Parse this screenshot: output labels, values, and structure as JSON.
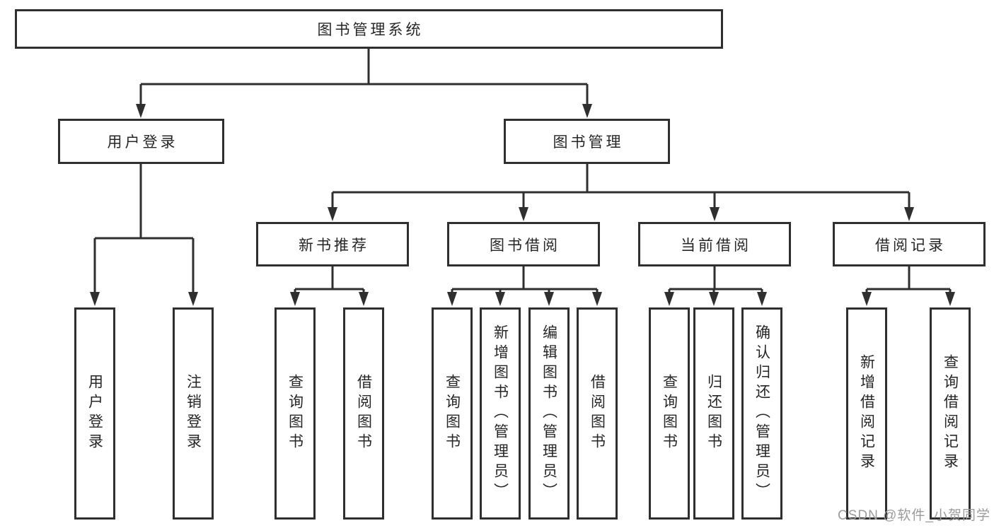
{
  "tree": {
    "root": "图书管理系统",
    "user_login": "用户登录",
    "book_management": "图书管理",
    "user_login_children": [
      "用户登录",
      "注销登录"
    ],
    "book_management_children": [
      "新书推荐",
      "图书借阅",
      "当前借阅",
      "借阅记录"
    ],
    "new_book_children": [
      "查询图书",
      "借阅图书"
    ],
    "book_borrow_children": [
      "查询图书",
      "新增图书（管理员）",
      "编辑图书（管理员）",
      "借阅图书"
    ],
    "current_borrow_children": [
      "查询图书",
      "归还图书",
      "确认归还（管理员）"
    ],
    "borrow_record_children": [
      "新增借阅记录",
      "查询借阅记录"
    ]
  },
  "watermark": {
    "text": "CSDN @软件_小贺同学"
  },
  "colors": {
    "line": "#2f2f2f",
    "text": "#262626",
    "background": "#ffffff",
    "watermark": "#9b9b9b"
  }
}
